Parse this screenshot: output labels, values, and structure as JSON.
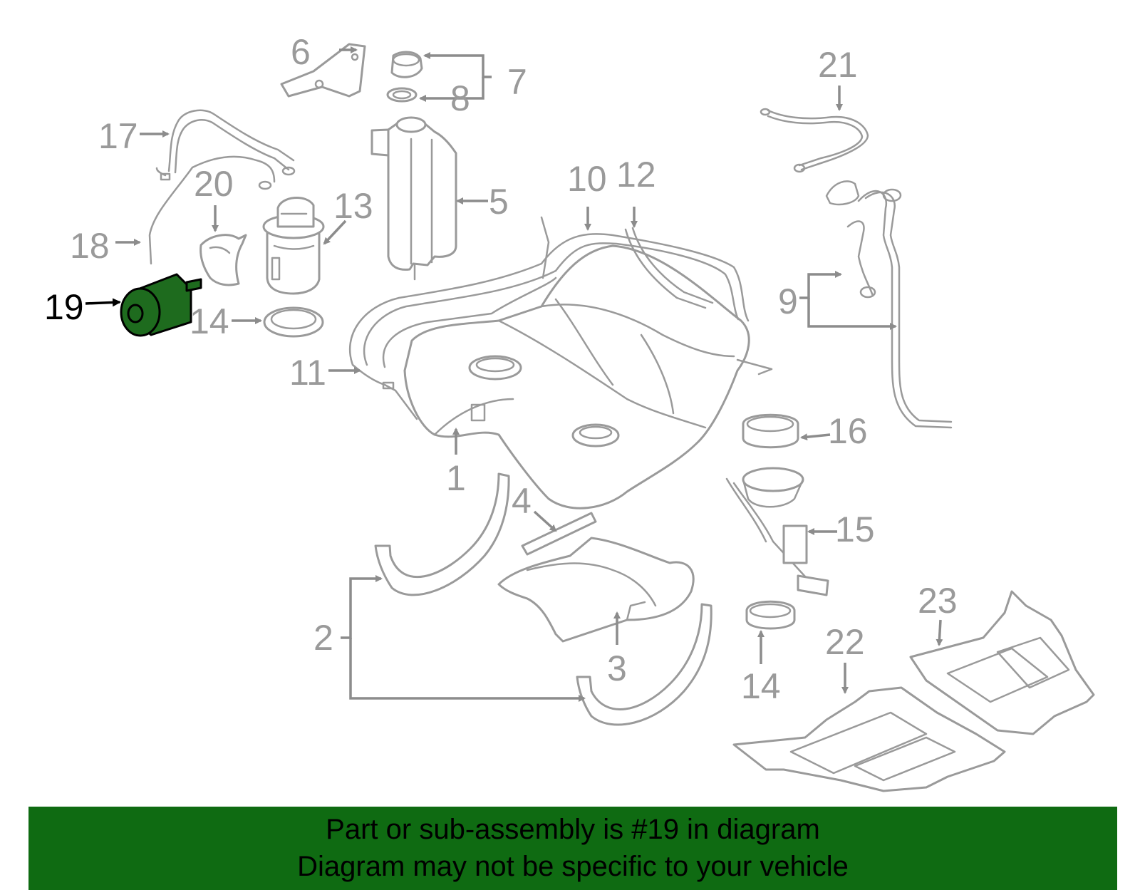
{
  "diagram": {
    "highlighted_part": "19",
    "highlight_color": "#1e6b1e",
    "line_color": "#9a9a9a",
    "callouts": [
      "1",
      "2",
      "3",
      "4",
      "5",
      "6",
      "7",
      "8",
      "9",
      "10",
      "11",
      "12",
      "13",
      "14",
      "14",
      "15",
      "16",
      "17",
      "18",
      "19",
      "20",
      "21",
      "22",
      "23"
    ]
  },
  "banner": {
    "line1": "Part or sub-assembly is #19 in diagram",
    "line2": "Diagram may not be specific to your vehicle",
    "background": "#0f6b12"
  }
}
